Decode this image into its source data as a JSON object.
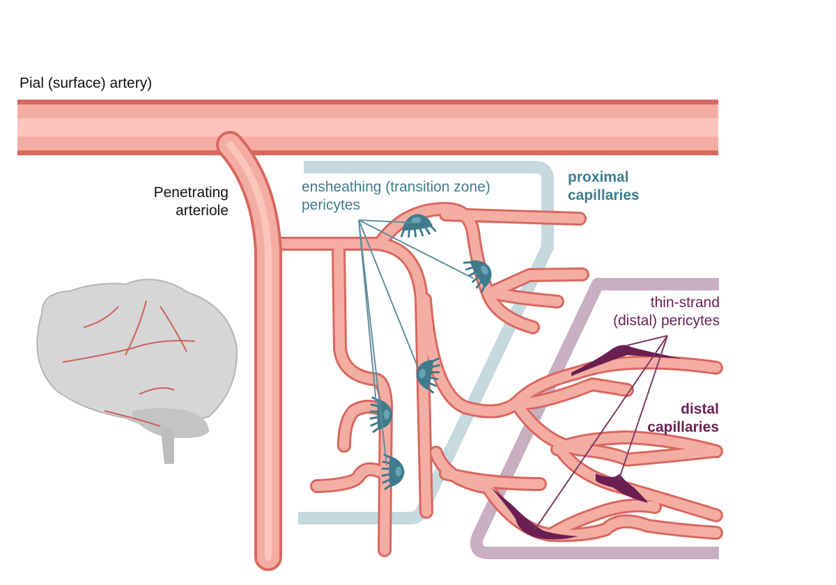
{
  "labels": {
    "pial_artery": "Pial (surface) artery)",
    "penetrating_line1": "Penetrating",
    "penetrating_line2": "arteriole",
    "ensheathing_line1": "ensheathing (transition zone)",
    "ensheathing_line2": "pericytes",
    "proximal_line1": "proximal",
    "proximal_line2": "capillaries",
    "thin_strand_line1": "thin-strand",
    "thin_strand_line2": "(distal) pericytes",
    "distal_line1": "distal",
    "distal_line2": "capillaries"
  },
  "colors": {
    "vessel_fill": "#f4ada3",
    "vessel_edge": "#d9675f",
    "vessel_highlight": "#fbc5bc",
    "proximal_zone": "#c5d9df",
    "distal_zone": "#c9afc2",
    "ensheathing_pericyte": "#3f7a8d",
    "thin_strand_pericyte": "#6b1e51",
    "proximal_text": "#3d7d8f",
    "distal_text": "#6a1f52",
    "brain": "#d6d6d6",
    "brain_vessels": "#cc5f5a"
  },
  "icons": [
    "brain-illustration"
  ]
}
